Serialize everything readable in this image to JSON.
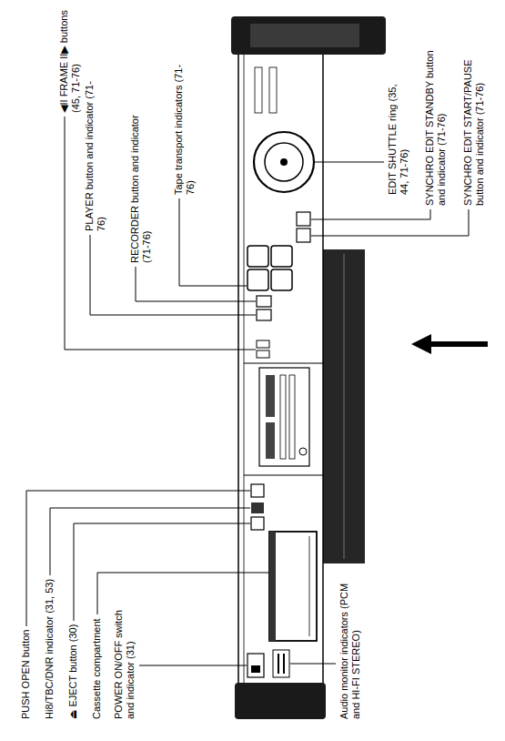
{
  "diagram": {
    "labels": [
      "◀II FRAME II▶ buttons (45, 71-76)",
      "PLAYER button and indicator (71-76)",
      "RECORDER button and indicator (71-76)",
      "Tape transport indicators (71-76)",
      "EDIT SHUTTLE ring (35, 44, 71-76)",
      "SYNCHRO EDIT STANDBY button and indicator (71-76)",
      "SYNCHRO EDIT START/PAUSE button and indicator (71-76)",
      "PUSH OPEN button",
      "Hi8/TBC/DNR indicator (31, 53)",
      "⏏ EJECT button (30)",
      "Cassette compartment",
      "POWER ON/OFF switch and indicator (31)",
      "Audio monitor indicators (PCM and HI-FI STEREO)"
    ]
  }
}
